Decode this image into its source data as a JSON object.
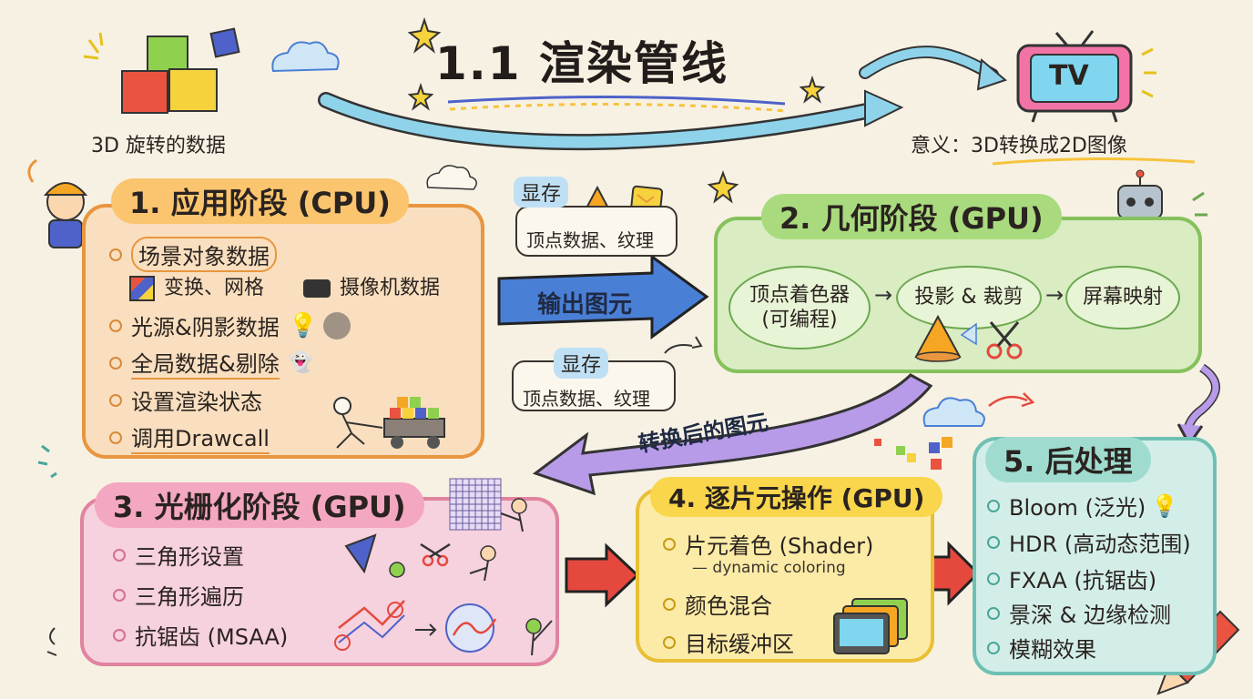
{
  "header": {
    "title": "1.1 渲染管线",
    "left_caption": "3D 旋转的数据",
    "right_caption": "意义：3D转换成2D图像",
    "tv_label": "TV"
  },
  "stage1": {
    "title": "1. 应用阶段 (CPU)",
    "items": [
      "场景对象数据",
      "光源&阴影数据",
      "全局数据&剔除",
      "设置渲染状态",
      "调用Drawcall"
    ],
    "sub_items": [
      "变换、网格",
      "摄像机数据"
    ]
  },
  "flow": {
    "top_bubble_tag": "显存",
    "top_bubble_text": "顶点数据、纹理",
    "output_label": "输出图元",
    "bottom_bubble_tag": "显存",
    "bottom_bubble_text": "顶点数据、纹理",
    "converted_label": "转换后的图元"
  },
  "stage2": {
    "title": "2. 几何阶段 (GPU)",
    "step1_line1": "顶点着色器",
    "step1_line2": "(可编程)",
    "step2": "投影 & 裁剪",
    "step3": "屏幕映射",
    "arrow": "→"
  },
  "stage3": {
    "title": "3. 光栅化阶段 (GPU)",
    "items": [
      "三角形设置",
      "三角形遍历",
      "抗锯齿 (MSAA)"
    ]
  },
  "stage4": {
    "title": "4. 逐片元操作 (GPU)",
    "items": [
      "片元着色 (Shader)",
      "颜色混合",
      "目标缓冲区"
    ],
    "note": "— dynamic coloring"
  },
  "stage5": {
    "title": "5. 后处理",
    "items": [
      "Bloom (泛光)",
      "HDR (高动态范围)",
      "FXAA (抗锯齿)",
      "景深 & 边缘检测",
      "模糊效果"
    ]
  },
  "colors": {
    "stage1": "#e8963f",
    "stage2": "#85c15c",
    "stage3": "#e0849f",
    "stage4": "#eabf35",
    "stage5": "#6fc0b4",
    "arrow_blue": "#4a7fd6",
    "arrow_purple": "#a98de0",
    "arrow_red": "#e5493e"
  },
  "icons": [
    "cube-stack-icon",
    "tv-icon",
    "worker-icon",
    "robot-icon",
    "cone-icon",
    "texture-icon",
    "camera-icon",
    "lightbulb-icon",
    "shadow-icon",
    "ghost-icon",
    "cart-icon",
    "grid-icon",
    "scissors-icon",
    "monitor-icon",
    "crayon-icon",
    "cloud-icon",
    "star-icon"
  ]
}
